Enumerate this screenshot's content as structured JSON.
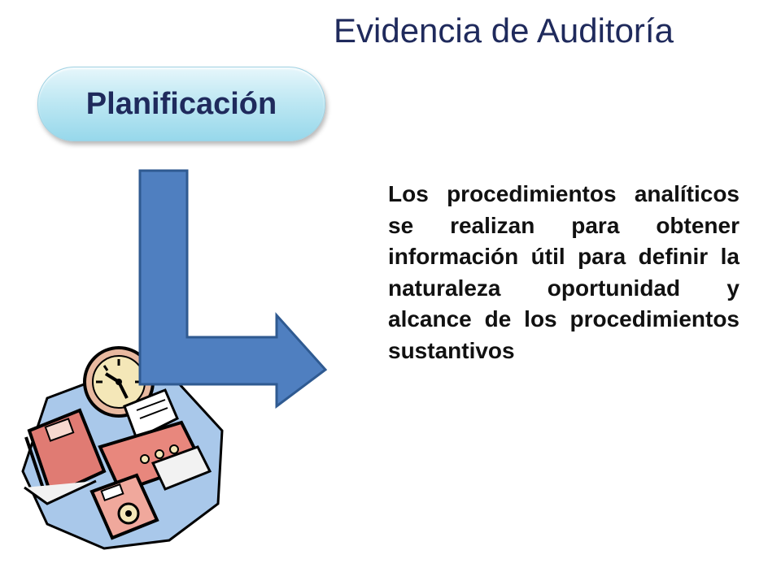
{
  "slide": {
    "title": "Evidencia de Auditoría",
    "phase_label": "Planificación",
    "body": "Los procedimientos analíticos se realizan para obtener información útil para definir la naturaleza oportunidad y alcance de los procedimientos sustantivos"
  },
  "icons": {
    "arrow": "bent-arrow-icon",
    "clipart": "office-clipart-icon"
  },
  "colors": {
    "title": "#1f2a5c",
    "arrow_fill": "#4f7fc0",
    "pill": "#bfe8f3",
    "text": "#111111"
  }
}
